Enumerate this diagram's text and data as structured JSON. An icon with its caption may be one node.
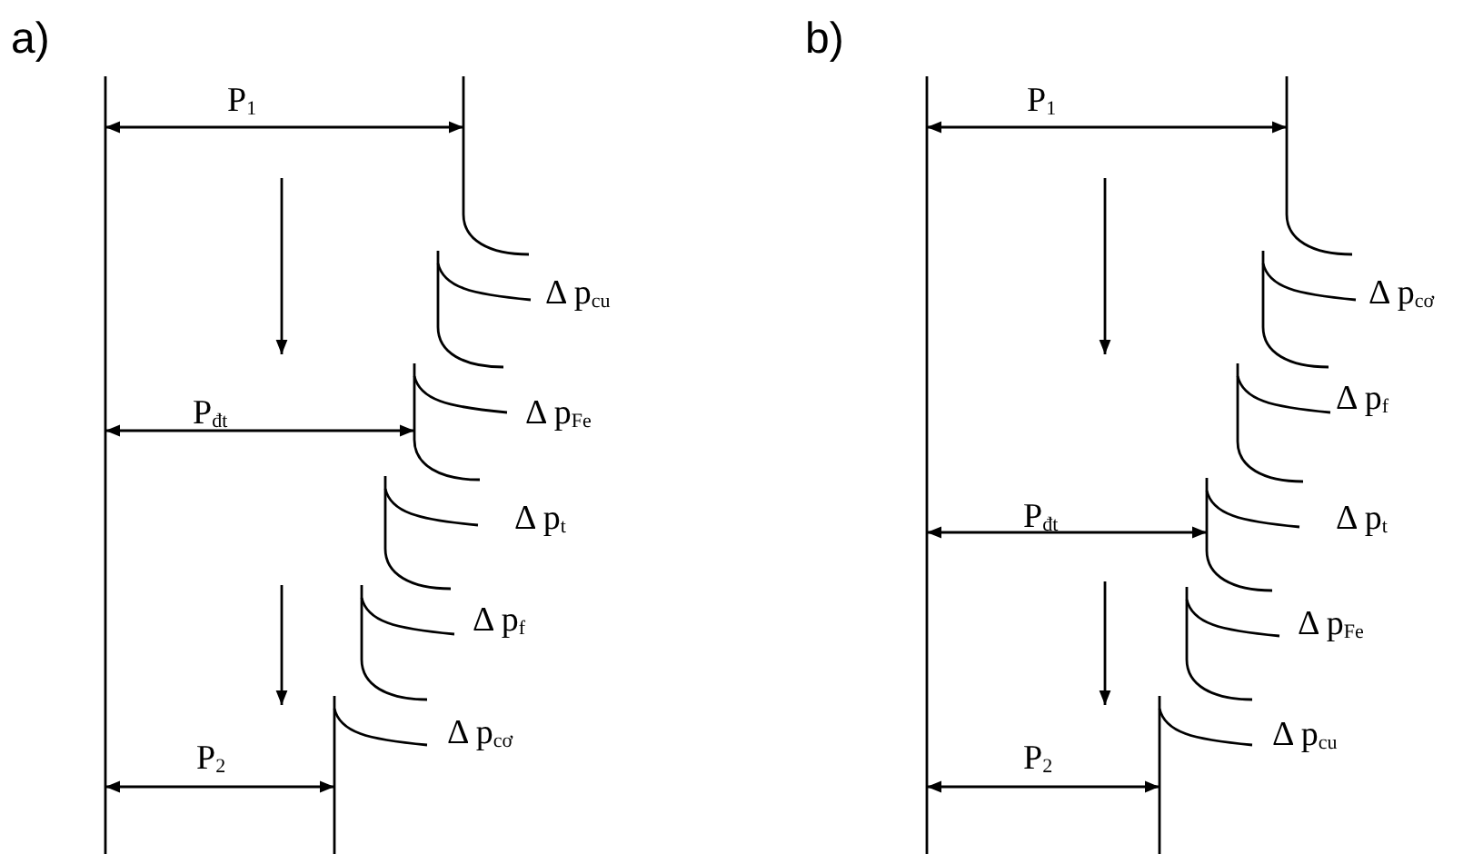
{
  "diagram": {
    "labels": [
      "a)",
      "P$_{1}$",
      "Δ p$_{cu}$",
      "P$_{đt}$",
      "Δ p$_{Fe}$",
      "Δ p$_{t}$",
      "Δ p$_{f}$",
      "P$_{2}$",
      "Δ p$_{cơ}$",
      "b)",
      "P$_{1}$",
      "Δ p$_{cơ}$",
      "Δ p$_{f}$",
      "P$_{đt}$",
      "Δ p$_{t}$",
      "Δ p$_{Fe}$",
      "Δ p$_{cu}$",
      "P$_{2}$"
    ]
  }
}
